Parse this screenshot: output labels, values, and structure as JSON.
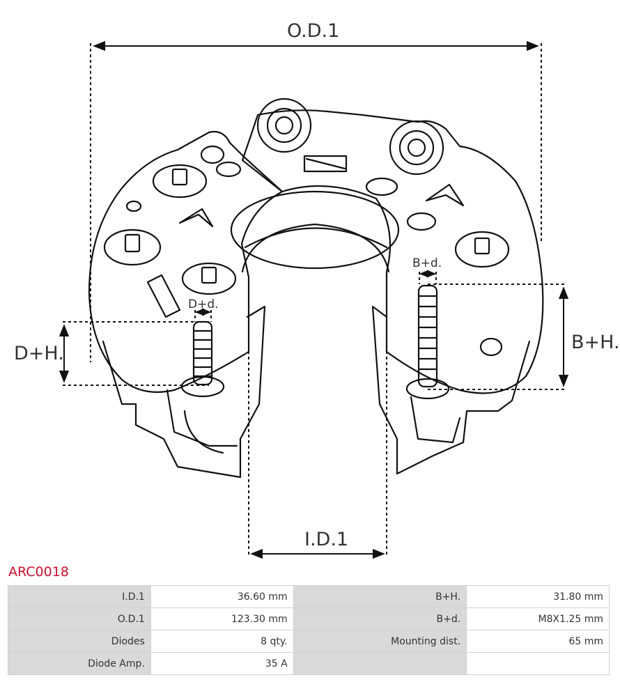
{
  "drawing": {
    "od_label": "O.D.1",
    "id_label": "I.D.1",
    "dh_label": "D+H.",
    "dd_label": "D+d.",
    "bh_label": "B+H.",
    "bd_label": "B+d."
  },
  "part_code": "ARC0018",
  "specs": [
    {
      "l1": "I.D.1",
      "v1": "36.60 mm",
      "l2": "B+H.",
      "v2": "31.80 mm"
    },
    {
      "l1": "O.D.1",
      "v1": "123.30 mm",
      "l2": "B+d.",
      "v2": "M8X1.25 mm"
    },
    {
      "l1": "Diodes",
      "v1": "8 qty.",
      "l2": "Mounting dist.",
      "v2": "65 mm"
    },
    {
      "l1": "Diode Amp.",
      "v1": "35 A",
      "l2": "",
      "v2": ""
    }
  ]
}
